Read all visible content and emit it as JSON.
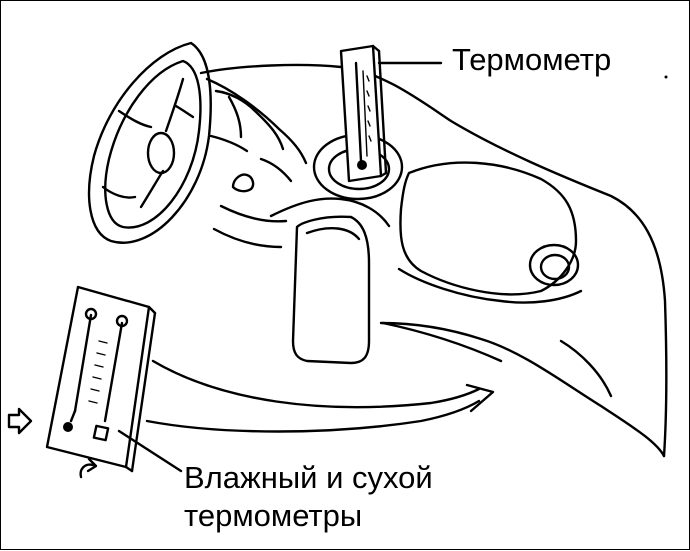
{
  "labels": {
    "thermometer": "Термометр",
    "wet_dry_line1": "Влажный и сухой",
    "wet_dry_line2": "термометры"
  },
  "colors": {
    "ink": "#000000",
    "paper": "#ffffff"
  }
}
